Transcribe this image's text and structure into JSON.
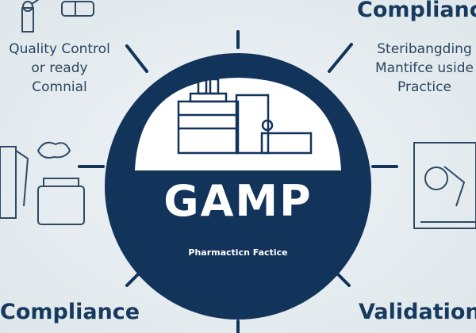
{
  "center": {
    "title": "GAMP",
    "subtitle": "Pharmacticn Factice"
  },
  "top_left": {
    "lines": [
      "Quality Control",
      "or ready",
      "Comnial"
    ]
  },
  "top_right": {
    "heading": "Compliance",
    "lines": [
      "Steribangding",
      "Mantifce uside",
      "Practice"
    ]
  },
  "bottom_left": {
    "heading": "Compliance"
  },
  "bottom_right": {
    "heading": "Validation"
  },
  "colors": {
    "navy": "#12335a",
    "background": "#e3eaee"
  }
}
